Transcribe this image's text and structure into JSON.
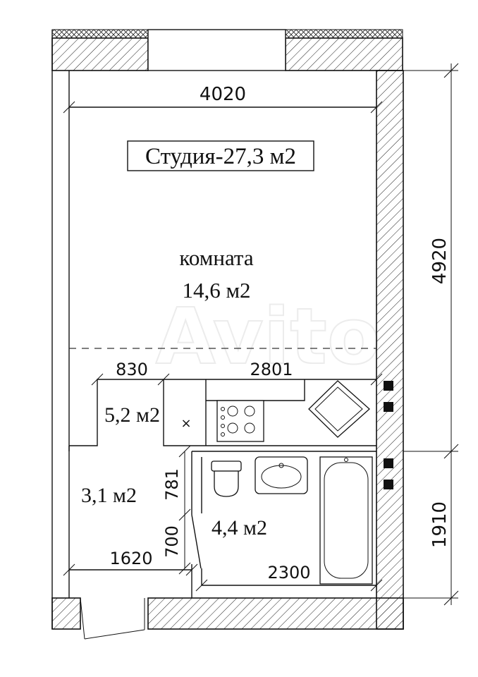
{
  "title": "Студия-27,3 м2",
  "rooms": {
    "main": {
      "name": "комната",
      "area": "14,6 м2"
    },
    "kitchen": {
      "area": "5,2 м2"
    },
    "hall": {
      "area": "3,1 м2"
    },
    "bath": {
      "area": "4,4 м2"
    }
  },
  "dimensions": {
    "top_width": "4020",
    "right_room": "4920",
    "right_bath": "1910",
    "kitchen_left": "830",
    "kitchen_right": "2801",
    "bath_door_top": "781",
    "bath_door_bottom": "700",
    "hall_width": "1620",
    "bath_width": "2300"
  },
  "stove_mark": "×",
  "watermark": "Avito"
}
